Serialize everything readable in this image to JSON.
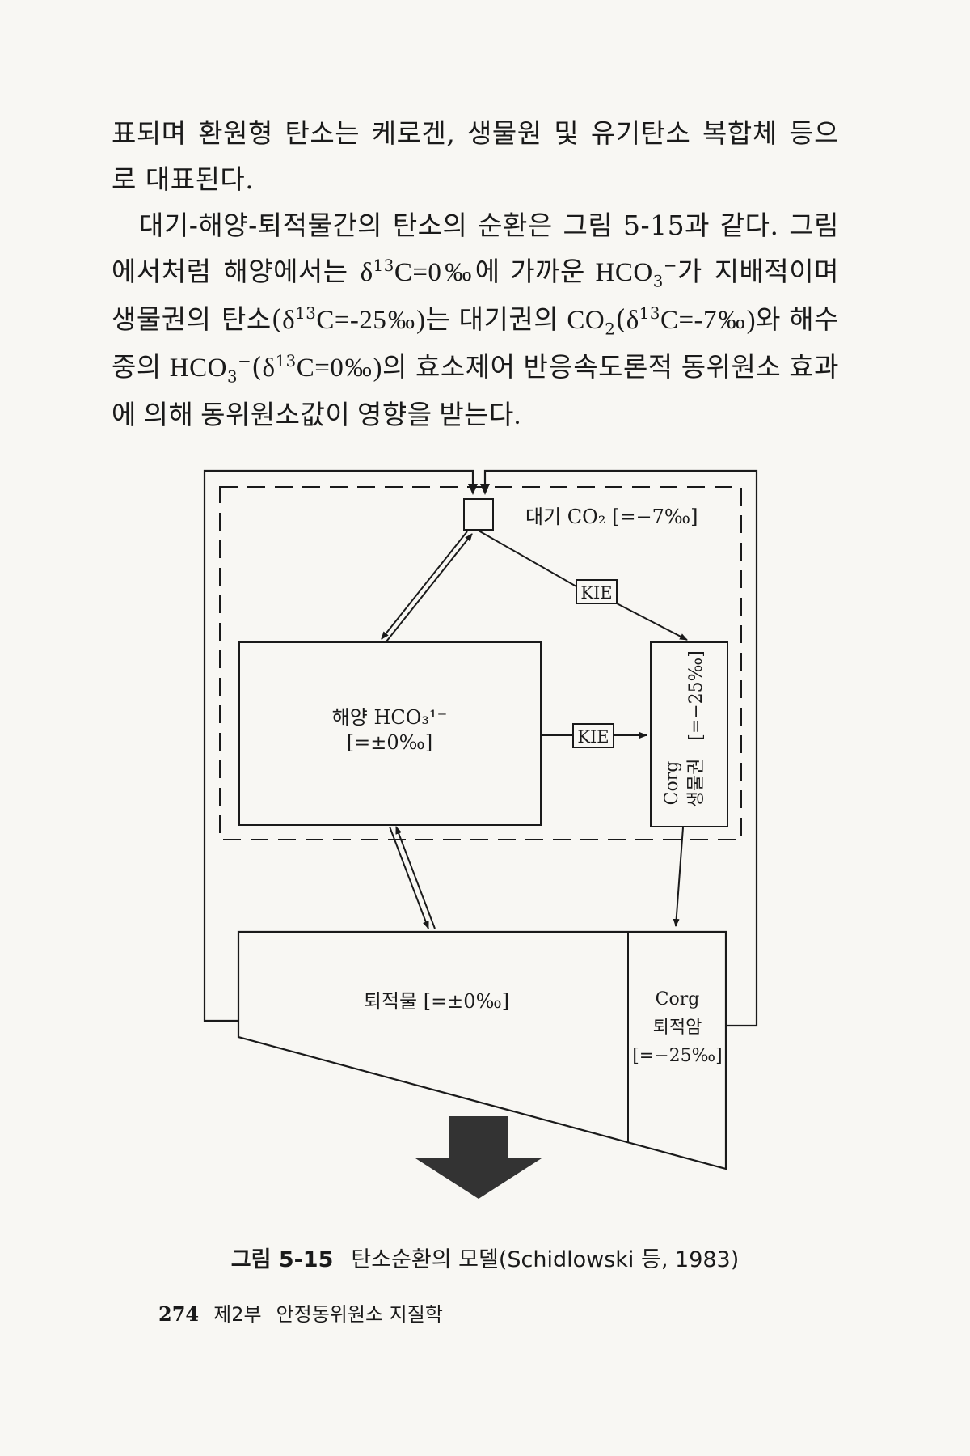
{
  "paragraphs": {
    "p1": "표되며 환원형 탄소는 케로겐, 생물원 및 유기탄소 복합체 등으로 대표된다.",
    "p2_a": "대기-해양-퇴적물간의 탄소의 순환은 그림 5-15과 같다. 그림에서처럼 해양에서는 ",
    "p2_b": "C=0‰에 가까운 HCO",
    "p2_c": "가 지배적이며 생물권의 탄소(",
    "p2_d": "C=-25‰)는 대기권의 CO",
    "p2_e": "(",
    "p2_f": "C=-7‰)와 해수 중의 HCO",
    "p2_g": "(",
    "p2_h": "C=0‰)의 효소제어 반응속도론적 동위원소 효과에 의해 동위원소값이 영향을 받는다.",
    "delta": "δ",
    "sup13": "13",
    "sub3": "3",
    "sub2": "2",
    "minus": "−"
  },
  "diagram": {
    "atm_label": "대기 CO₂ [=−7‰]",
    "kie_top": "KIE",
    "kie_mid": "KIE",
    "ocean_line1": "해양 HCO₃¹⁻",
    "ocean_line2": "[=±0‰]",
    "bio_line1": "Corg",
    "bio_line2": "생물권",
    "bio_line3": "[=−25‰]",
    "sed_label": "퇴적물 [=±0‰]",
    "rock_line1": "Corg",
    "rock_line2": "퇴적암",
    "rock_line3": "[=−25‰]"
  },
  "caption": {
    "label": "그림 5-15",
    "title": "탄소순환의 모델(Schidlowski 등, 1983)"
  },
  "footer": {
    "page_number": "274",
    "part": "제2부",
    "title": "안정동위원소 지질학"
  }
}
